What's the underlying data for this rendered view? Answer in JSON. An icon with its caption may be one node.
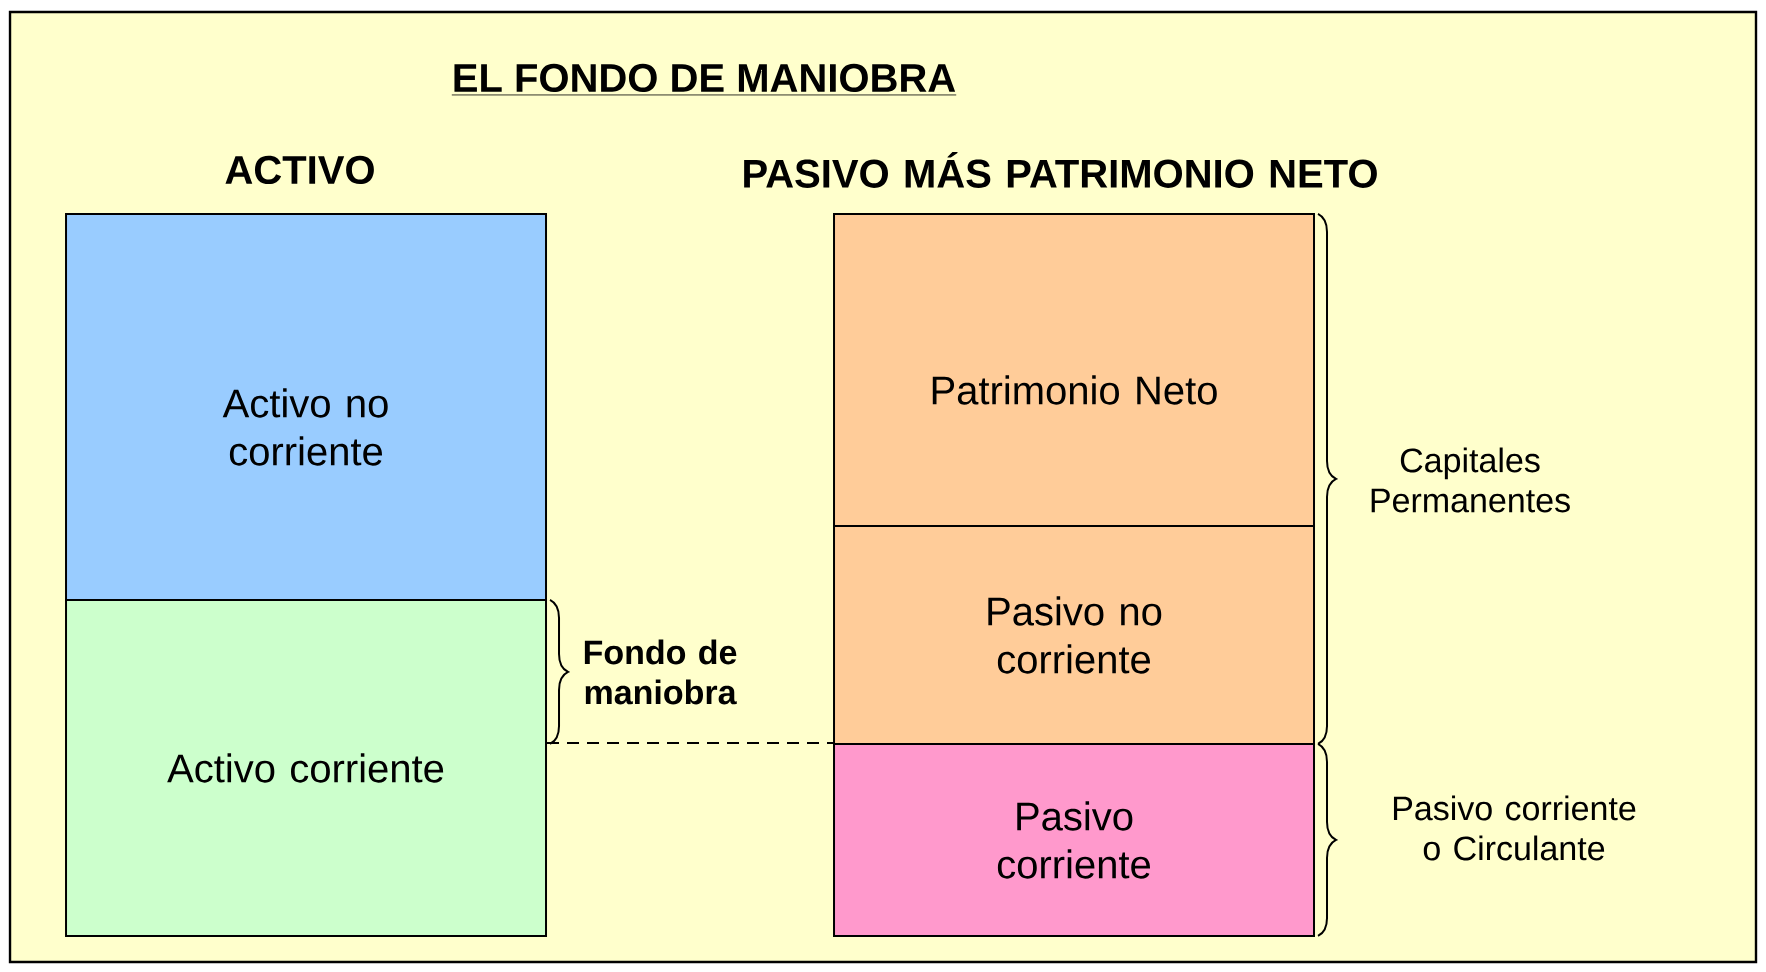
{
  "diagram": {
    "title": "EL FONDO DE MANIOBRA",
    "nodes": [
      {
        "text": [
          "Activo no corriente"
        ]
      },
      {
        "text": [
          "Activo corriente"
        ]
      },
      {
        "text": [
          "Patrimonio Neto"
        ]
      },
      {
        "text": [
          "Pasivo no corriente"
        ]
      },
      {
        "text": [
          "Pasivo corriente"
        ]
      }
    ],
    "edges": [
      {
        "from": 1,
        "to": 4,
        "arrow": "none",
        "style": "dashed"
      }
    ],
    "labels": [
      "ACTIVO",
      "PASIVO MÁS PATRIMONIO NETO",
      "Capitales Permanentes",
      "Fondo de maniobra",
      "Pasivo corriente o Circulante"
    ]
  }
}
